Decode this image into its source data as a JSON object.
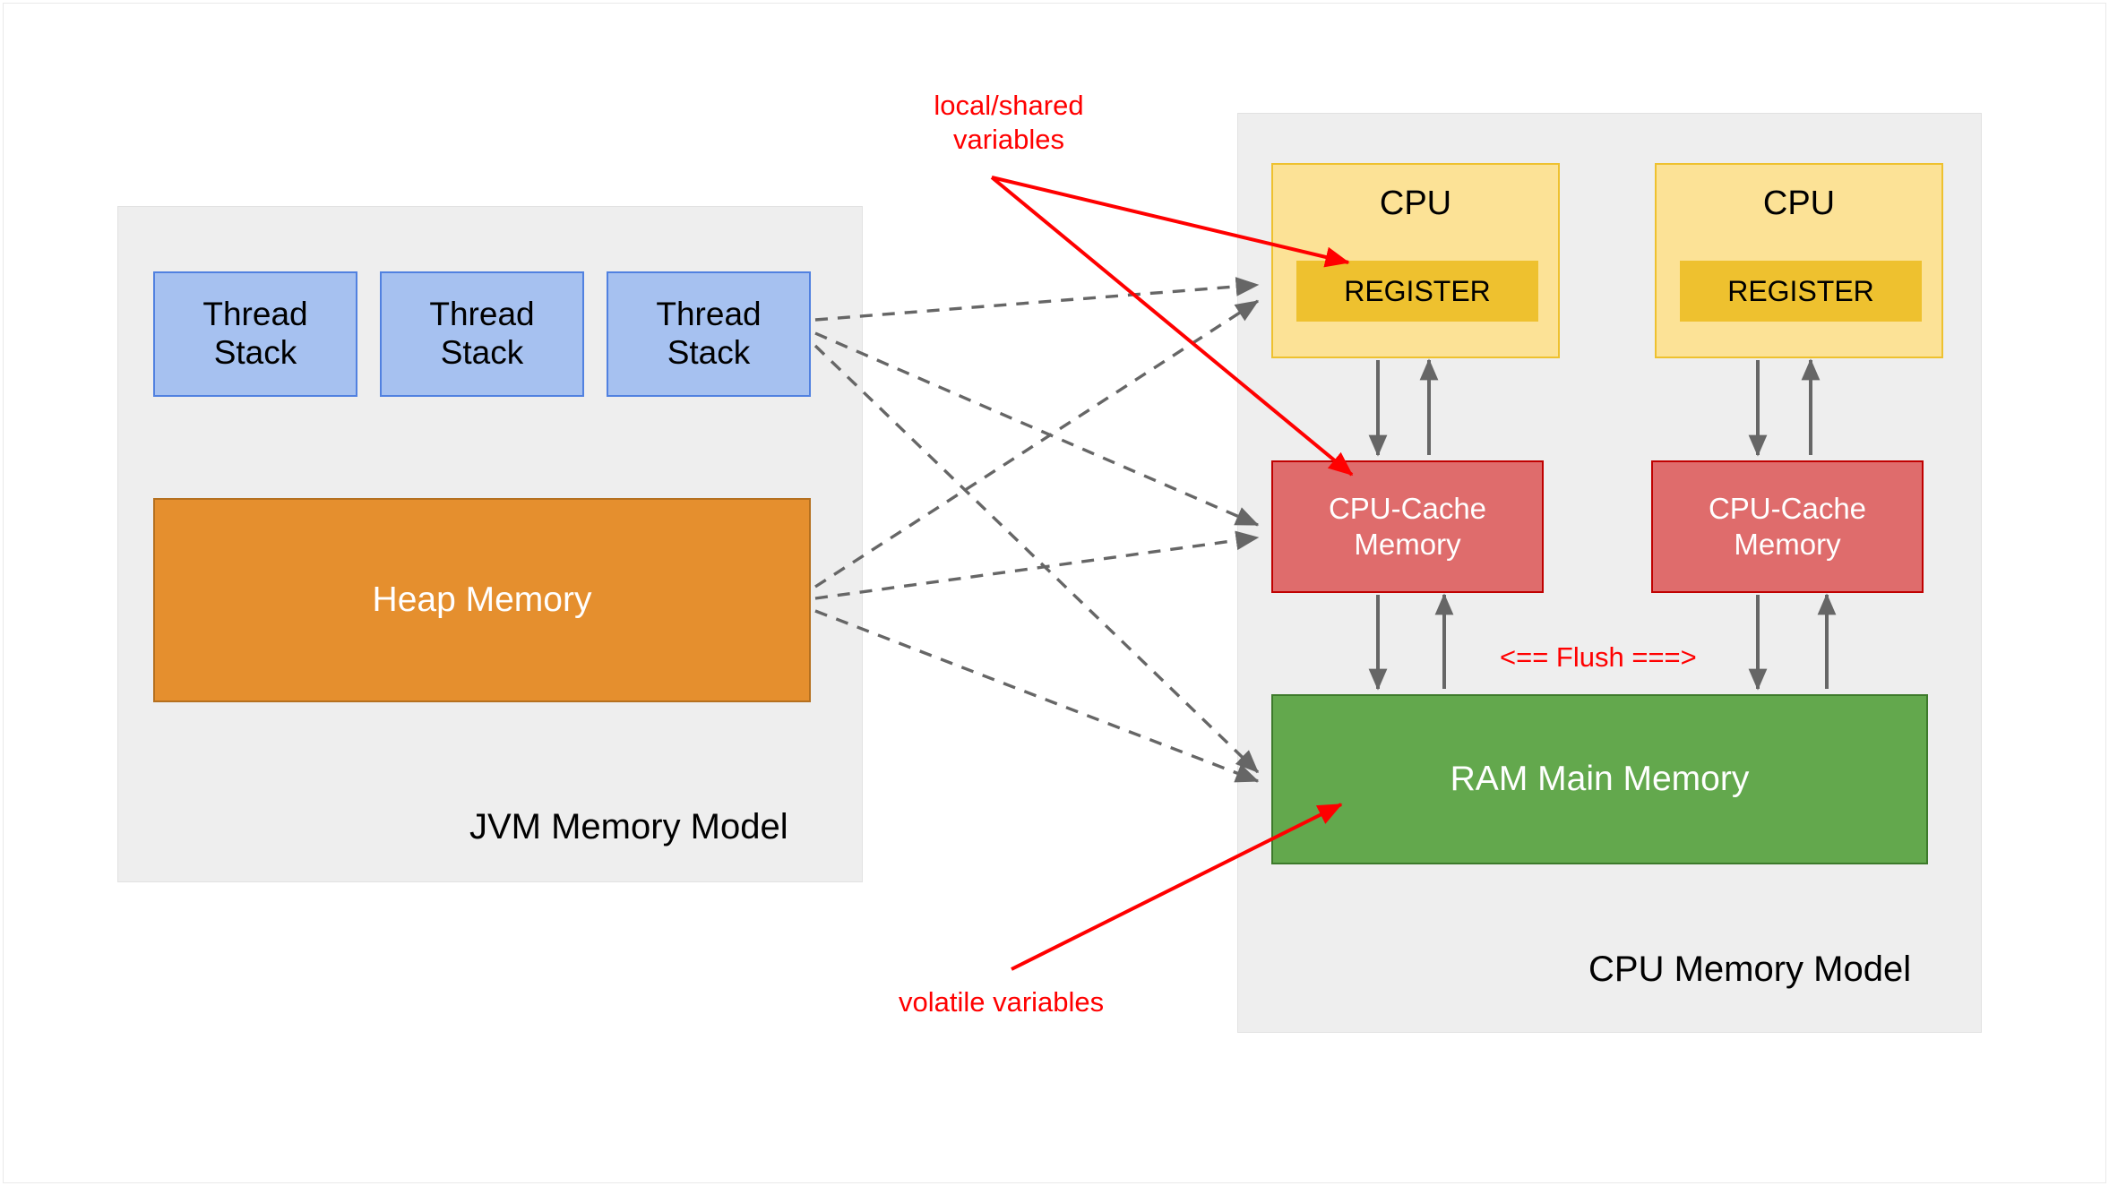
{
  "diagram": {
    "title_jvm": "JVM Memory Model",
    "title_cpu": "CPU Memory Model",
    "colors": {
      "panel_bg": "#eeeeee",
      "thread_stack_fill": "#a6c1f0",
      "thread_stack_border": "#5181e0",
      "heap_fill": "#e58f2e",
      "heap_border": "#b5701f",
      "cpu_fill": "#fce296",
      "cpu_border": "#eec12f",
      "register_fill": "#eec12f",
      "cache_fill": "#df6c6c",
      "cache_border": "#c00000",
      "ram_fill": "#63a84d",
      "ram_border": "#3d7a2b",
      "annotation_red": "#ff0000",
      "connector_gray": "#666666"
    }
  },
  "jvm": {
    "panel_label": "JVM Memory Model",
    "thread_stacks": [
      {
        "label": "Thread\nStack"
      },
      {
        "label": "Thread\nStack"
      },
      {
        "label": "Thread\nStack"
      }
    ],
    "heap": {
      "label": "Heap Memory"
    }
  },
  "cpu": {
    "panel_label": "CPU Memory Model",
    "cores": [
      {
        "cpu_label": "CPU",
        "register_label": "REGISTER",
        "cache_label": "CPU-Cache\nMemory"
      },
      {
        "cpu_label": "CPU",
        "register_label": "REGISTER",
        "cache_label": "CPU-Cache\nMemory"
      }
    ],
    "ram": {
      "label": "RAM Main Memory"
    },
    "flush_label": "<== Flush ===>"
  },
  "annotations": [
    {
      "id": "local-shared",
      "text": "local/shared\nvariables"
    },
    {
      "id": "volatile",
      "text": "volatile variables"
    }
  ]
}
